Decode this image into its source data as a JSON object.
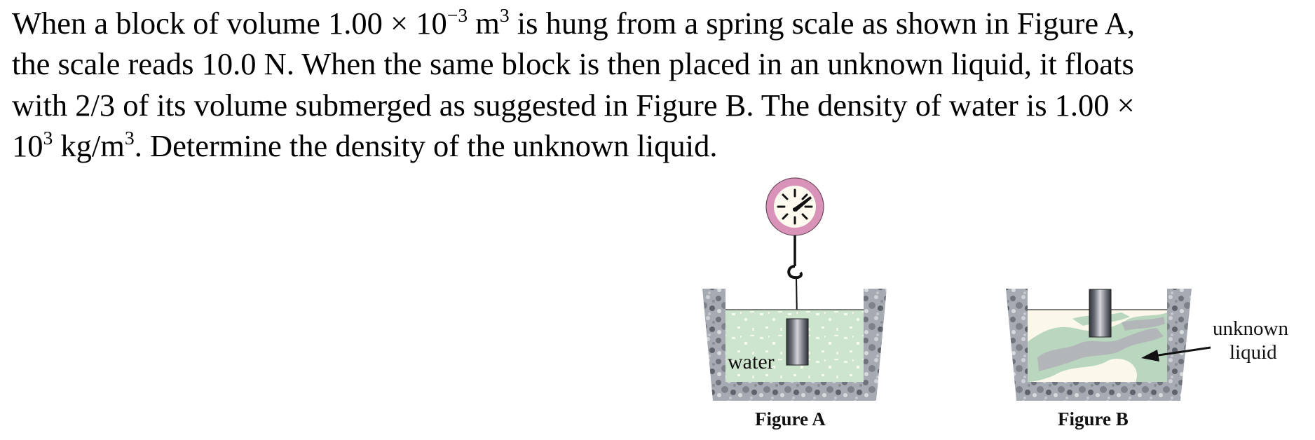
{
  "problem": {
    "lines": [
      {
        "pre": "When a block of volume 1.00 × 10",
        "sup1": "−3",
        "mid": " m",
        "sup2": "3",
        "post": " is hung from a spring scale as shown in Figure A,"
      },
      {
        "text": "the scale reads 10.0 N.  When the same block is then placed in an unknown liquid, it floats"
      },
      {
        "text": "with 2/3 of its volume submerged as suggested in Figure B.  The density of water is 1.00 ×"
      },
      {
        "pre": "10",
        "sup1": "3",
        "mid": " kg/m",
        "sup2": "3",
        "post": ". Determine the density of the unknown liquid."
      }
    ]
  },
  "figure_a": {
    "caption": "Figure A",
    "liquid_label": "water",
    "scale_icon": "spring-scale-dial-icon",
    "colors": {
      "dial_ring": "#d993b9",
      "dial_face": "#fdfaf0",
      "water": "#cfe5cf",
      "container": "#9a9ea6",
      "block_dark": "#3a3d44",
      "block_light": "#c9cbd2"
    }
  },
  "figure_b": {
    "caption": "Figure B",
    "liquid_label_line1": "unknown",
    "liquid_label_line2": "liquid",
    "submerged_fraction": "2/3",
    "colors": {
      "liquid_green": "#b9d7be",
      "liquid_gray": "#b3b6b8",
      "liquid_cream": "#fbf8ea",
      "container": "#9a9ea6"
    }
  }
}
